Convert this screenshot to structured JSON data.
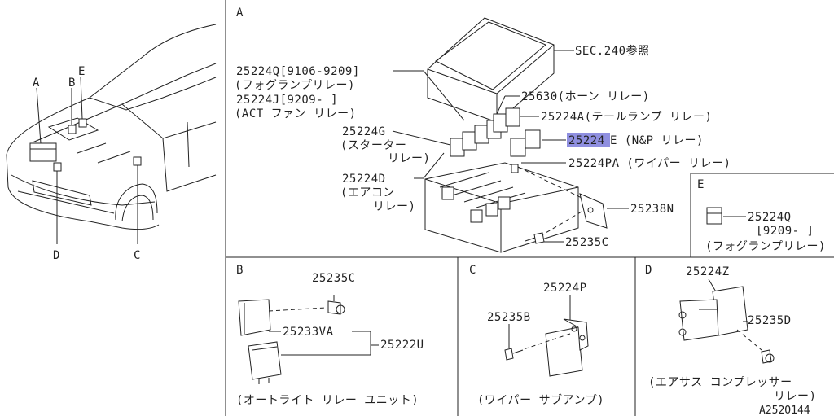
{
  "car_panel": {
    "callouts": {
      "a": "A",
      "b": "B",
      "c": "C",
      "d": "D",
      "e": "E"
    }
  },
  "panel_a": {
    "title": "A",
    "sec_ref": "SEC.240参照",
    "p_25224q": "25224Q[9106-9209]",
    "p_25224q_name": "(フォグランプリレー)",
    "p_25224j": "25224J[9209-    ]",
    "p_25224j_name": "(ACT ファン  リレー)",
    "p_25224g": "25224G",
    "p_25224g_name1": "(スターター",
    "p_25224g_name2": "リレー)",
    "p_25224d": "25224D",
    "p_25224d_name1": "(エアコン",
    "p_25224d_name2": "リレー)",
    "p_25630": "25630(ホーン  リレー)",
    "p_25224a": "25224A(テールランプ  リレー)",
    "p_25224e_num": "25224",
    "p_25224e_rest": "E (N&P リレー)",
    "p_25224pa": "25224PA (ワイパー  リレー)",
    "p_25238n": "25238N",
    "p_25235c": "25235C",
    "highlight_color": "#8f8fe0"
  },
  "panel_e": {
    "title": "E",
    "p_25224q": "25224Q",
    "p_date": "[9209-    ]",
    "p_name": "(フォグランプリレー)"
  },
  "panel_b": {
    "title": "B",
    "p_25235c": "25235C",
    "p_25233va": "25233VA",
    "p_25222u": "25222U",
    "caption": "(オートライト  リレー  ユニット)"
  },
  "panel_c": {
    "title": "C",
    "p_25224p": "25224P",
    "p_25235b": "25235B",
    "caption": "(ワイパー  サブアンプ)"
  },
  "panel_d": {
    "title": "D",
    "p_25224z": "25224Z",
    "p_25235d": "25235D",
    "caption1": "(エアサス  コンプレッサー",
    "caption2": "リレー)",
    "drawing_id": "A252O144"
  }
}
